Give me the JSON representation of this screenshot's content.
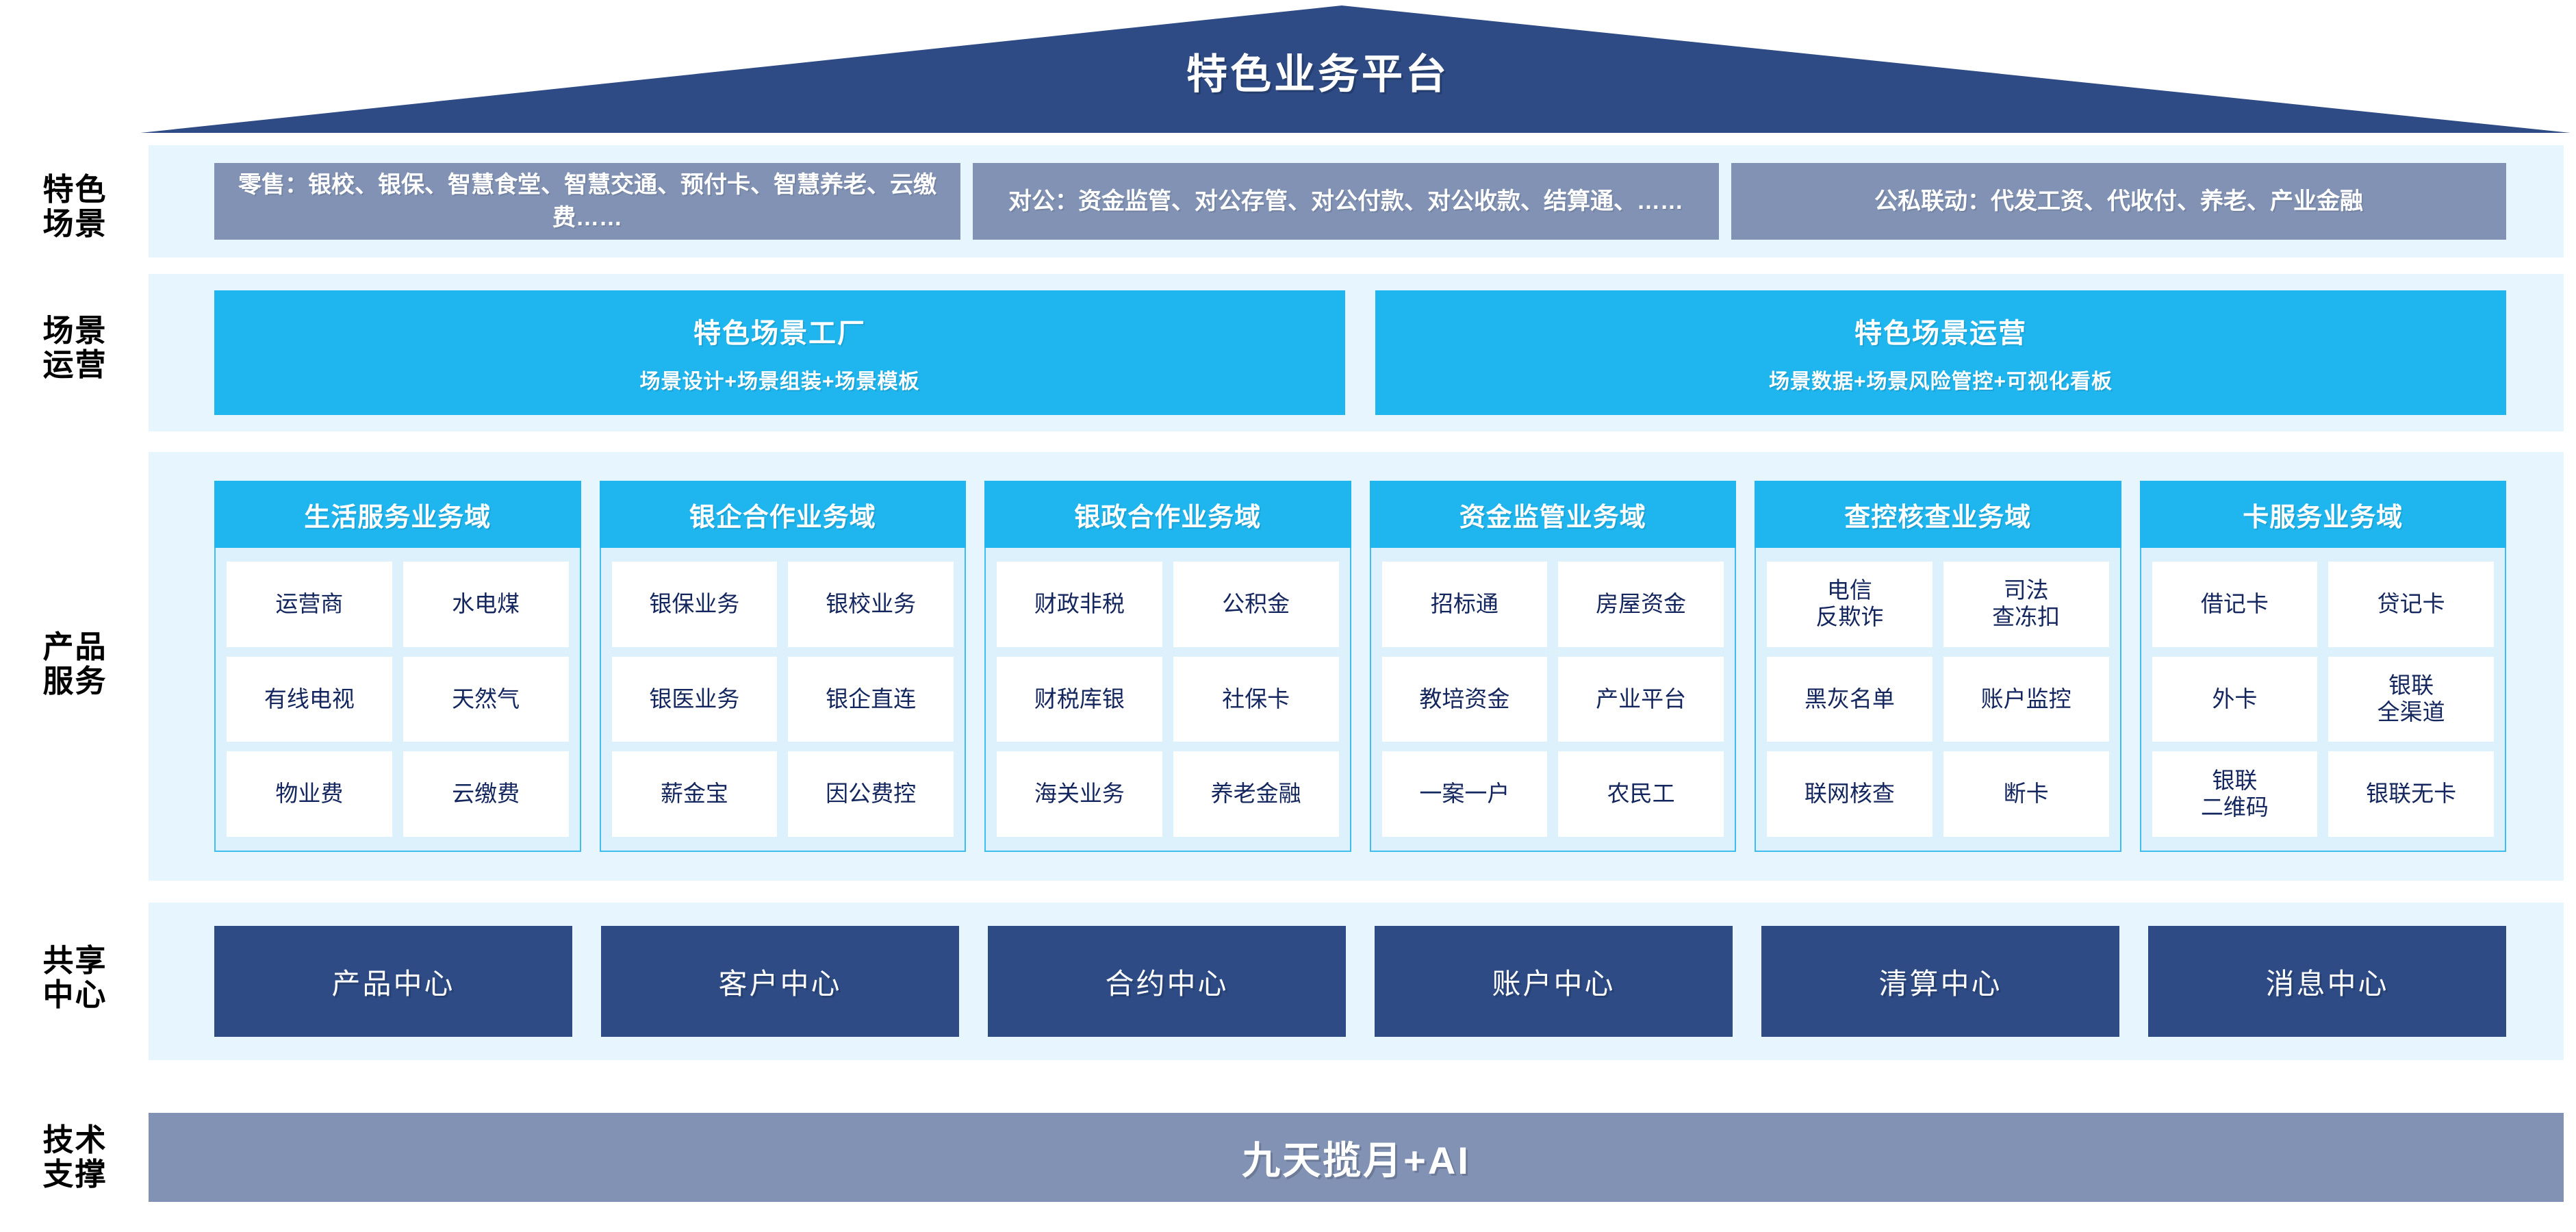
{
  "title": "特色业务平台",
  "colors": {
    "roof_navy": "#2e4b85",
    "accent_cyan": "#1fb6ef",
    "band_bg": "#e7f6fe",
    "scene_slate": "#8192b4",
    "card_body": "#ddf1fc",
    "cell_text": "#14265e"
  },
  "row_labels": {
    "scenarios": "特色\n场景",
    "operations": "场景\n运营",
    "products": "产品\n服务",
    "shared": "共享\n中心",
    "tech": "技术\n支撑"
  },
  "scenarios": {
    "retail": "零售：银校、银保、智慧食堂、智慧交通、预付卡、智慧养老、云缴费……",
    "corporate": "对公：资金监管、对公存管、对公付款、对公收款、结算通、……",
    "linkage": "公私联动：代发工资、代收付、养老、产业金融"
  },
  "operations": [
    {
      "title": "特色场景工厂",
      "subtitle": "场景设计+场景组装+场景模板"
    },
    {
      "title": "特色场景运营",
      "subtitle": "场景数据+场景风险管控+可视化看板"
    }
  ],
  "domains": [
    {
      "title": "生活服务业务域",
      "items": [
        "运营商",
        "水电煤",
        "有线电视",
        "天然气",
        "物业费",
        "云缴费"
      ]
    },
    {
      "title": "银企合作业务域",
      "items": [
        "银保业务",
        "银校业务",
        "银医业务",
        "银企直连",
        "薪金宝",
        "因公费控"
      ]
    },
    {
      "title": "银政合作业务域",
      "items": [
        "财政非税",
        "公积金",
        "财税库银",
        "社保卡",
        "海关业务",
        "养老金融"
      ]
    },
    {
      "title": "资金监管业务域",
      "items": [
        "招标通",
        "房屋资金",
        "教培资金",
        "产业平台",
        "一案一户",
        "农民工"
      ]
    },
    {
      "title": "查控核查业务域",
      "items": [
        "电信\n反欺诈",
        "司法\n查冻扣",
        "黑灰名单",
        "账户监控",
        "联网核查",
        "断卡"
      ]
    },
    {
      "title": "卡服务业务域",
      "items": [
        "借记卡",
        "贷记卡",
        "外卡",
        "银联\n全渠道",
        "银联\n二维码",
        "银联无卡"
      ]
    }
  ],
  "shared_centers": [
    "产品中心",
    "客户中心",
    "合约中心",
    "账户中心",
    "清算中心",
    "消息中心"
  ],
  "tech_support": "九天揽月+AI"
}
